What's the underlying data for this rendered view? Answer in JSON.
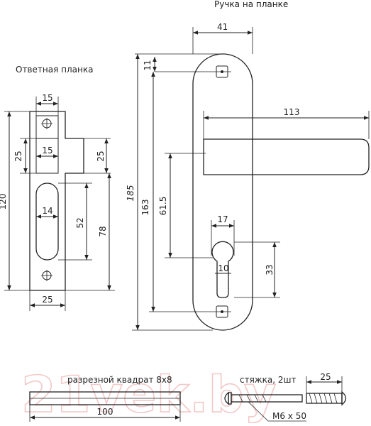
{
  "titles": {
    "handle": "Ручка на планке",
    "strike": "Ответная планка",
    "square": "разрезной квадрат 8x8",
    "screws": "стяжка, 2шт",
    "screw_size": "М6 х 50"
  },
  "dimensions": {
    "handle": {
      "plate_width": "41",
      "top_offset": "11",
      "lever_length": "113",
      "total_height": "185",
      "hole_spacing": "163",
      "lever_to_cylinder": "61.5",
      "cylinder_width": "17",
      "cylinder_inner": "10",
      "cylinder_height": "33"
    },
    "strike": {
      "top_width": "15",
      "tongue_width": "15",
      "tongue_height_left": "25",
      "tongue_height_right": "25",
      "total_height": "120",
      "slot_width": "14",
      "slot_height": "52",
      "plate_lower_height": "78",
      "plate_width": "25"
    },
    "square": {
      "length": "100"
    },
    "screw": {
      "length": "25"
    }
  },
  "watermark": "21vek.by"
}
